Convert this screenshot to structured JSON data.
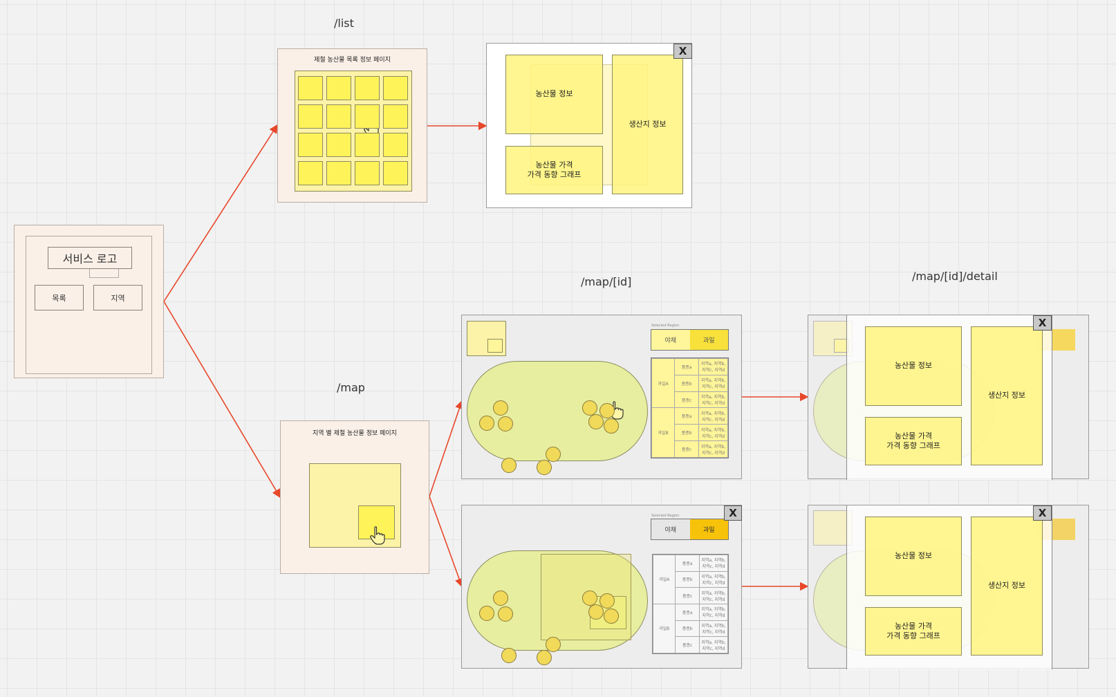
{
  "routes": {
    "list": "/list",
    "map": "/map",
    "map_id": "/map/[id]",
    "map_id_detail": "/map/[id]/detail"
  },
  "home": {
    "logo": "서비스 로고",
    "list_button": "목록",
    "region_button": "지역"
  },
  "list_page": {
    "title": "제철 농산물 목록 정보 페이지",
    "grid_rows": 4,
    "grid_cols": 4
  },
  "map_page": {
    "title": "지역 별 제철 농산물 정보 페이지"
  },
  "detail_panel": {
    "close_label": "X",
    "product_info": "농산물 정보",
    "origin_info": "생산지 정보",
    "price_graph": "농산물 가격\n가격 동향 그래프"
  },
  "category_tabs": {
    "vegetable": "야채",
    "fruit": "과일"
  },
  "side_table": {
    "header_hint": "Selected Region",
    "groups": [
      {
        "name": "과일A",
        "rows": [
          {
            "item": "품종a",
            "desc": "지역a, 지역b,\n지역c, 지역d"
          },
          {
            "item": "품종b",
            "desc": "지역a, 지역b,\n지역c, 지역d"
          },
          {
            "item": "품종c",
            "desc": "지역a, 지역b,\n지역c, 지역d"
          }
        ]
      },
      {
        "name": "과일B",
        "rows": [
          {
            "item": "품종a",
            "desc": "지역a, 지역b,\n지역c, 지역d"
          },
          {
            "item": "품종b",
            "desc": "지역a, 지역b,\n지역c, 지역d"
          },
          {
            "item": "품종c",
            "desc": "지역a, 지역b,\n지역c, 지역d"
          }
        ]
      }
    ]
  },
  "colors": {
    "arrow": "#e8472a",
    "frame_beige": "#fbf0e8",
    "note_yellow": "#fff35a",
    "tab_active": "#f7d23a",
    "map_green": "#e7ee9f"
  }
}
